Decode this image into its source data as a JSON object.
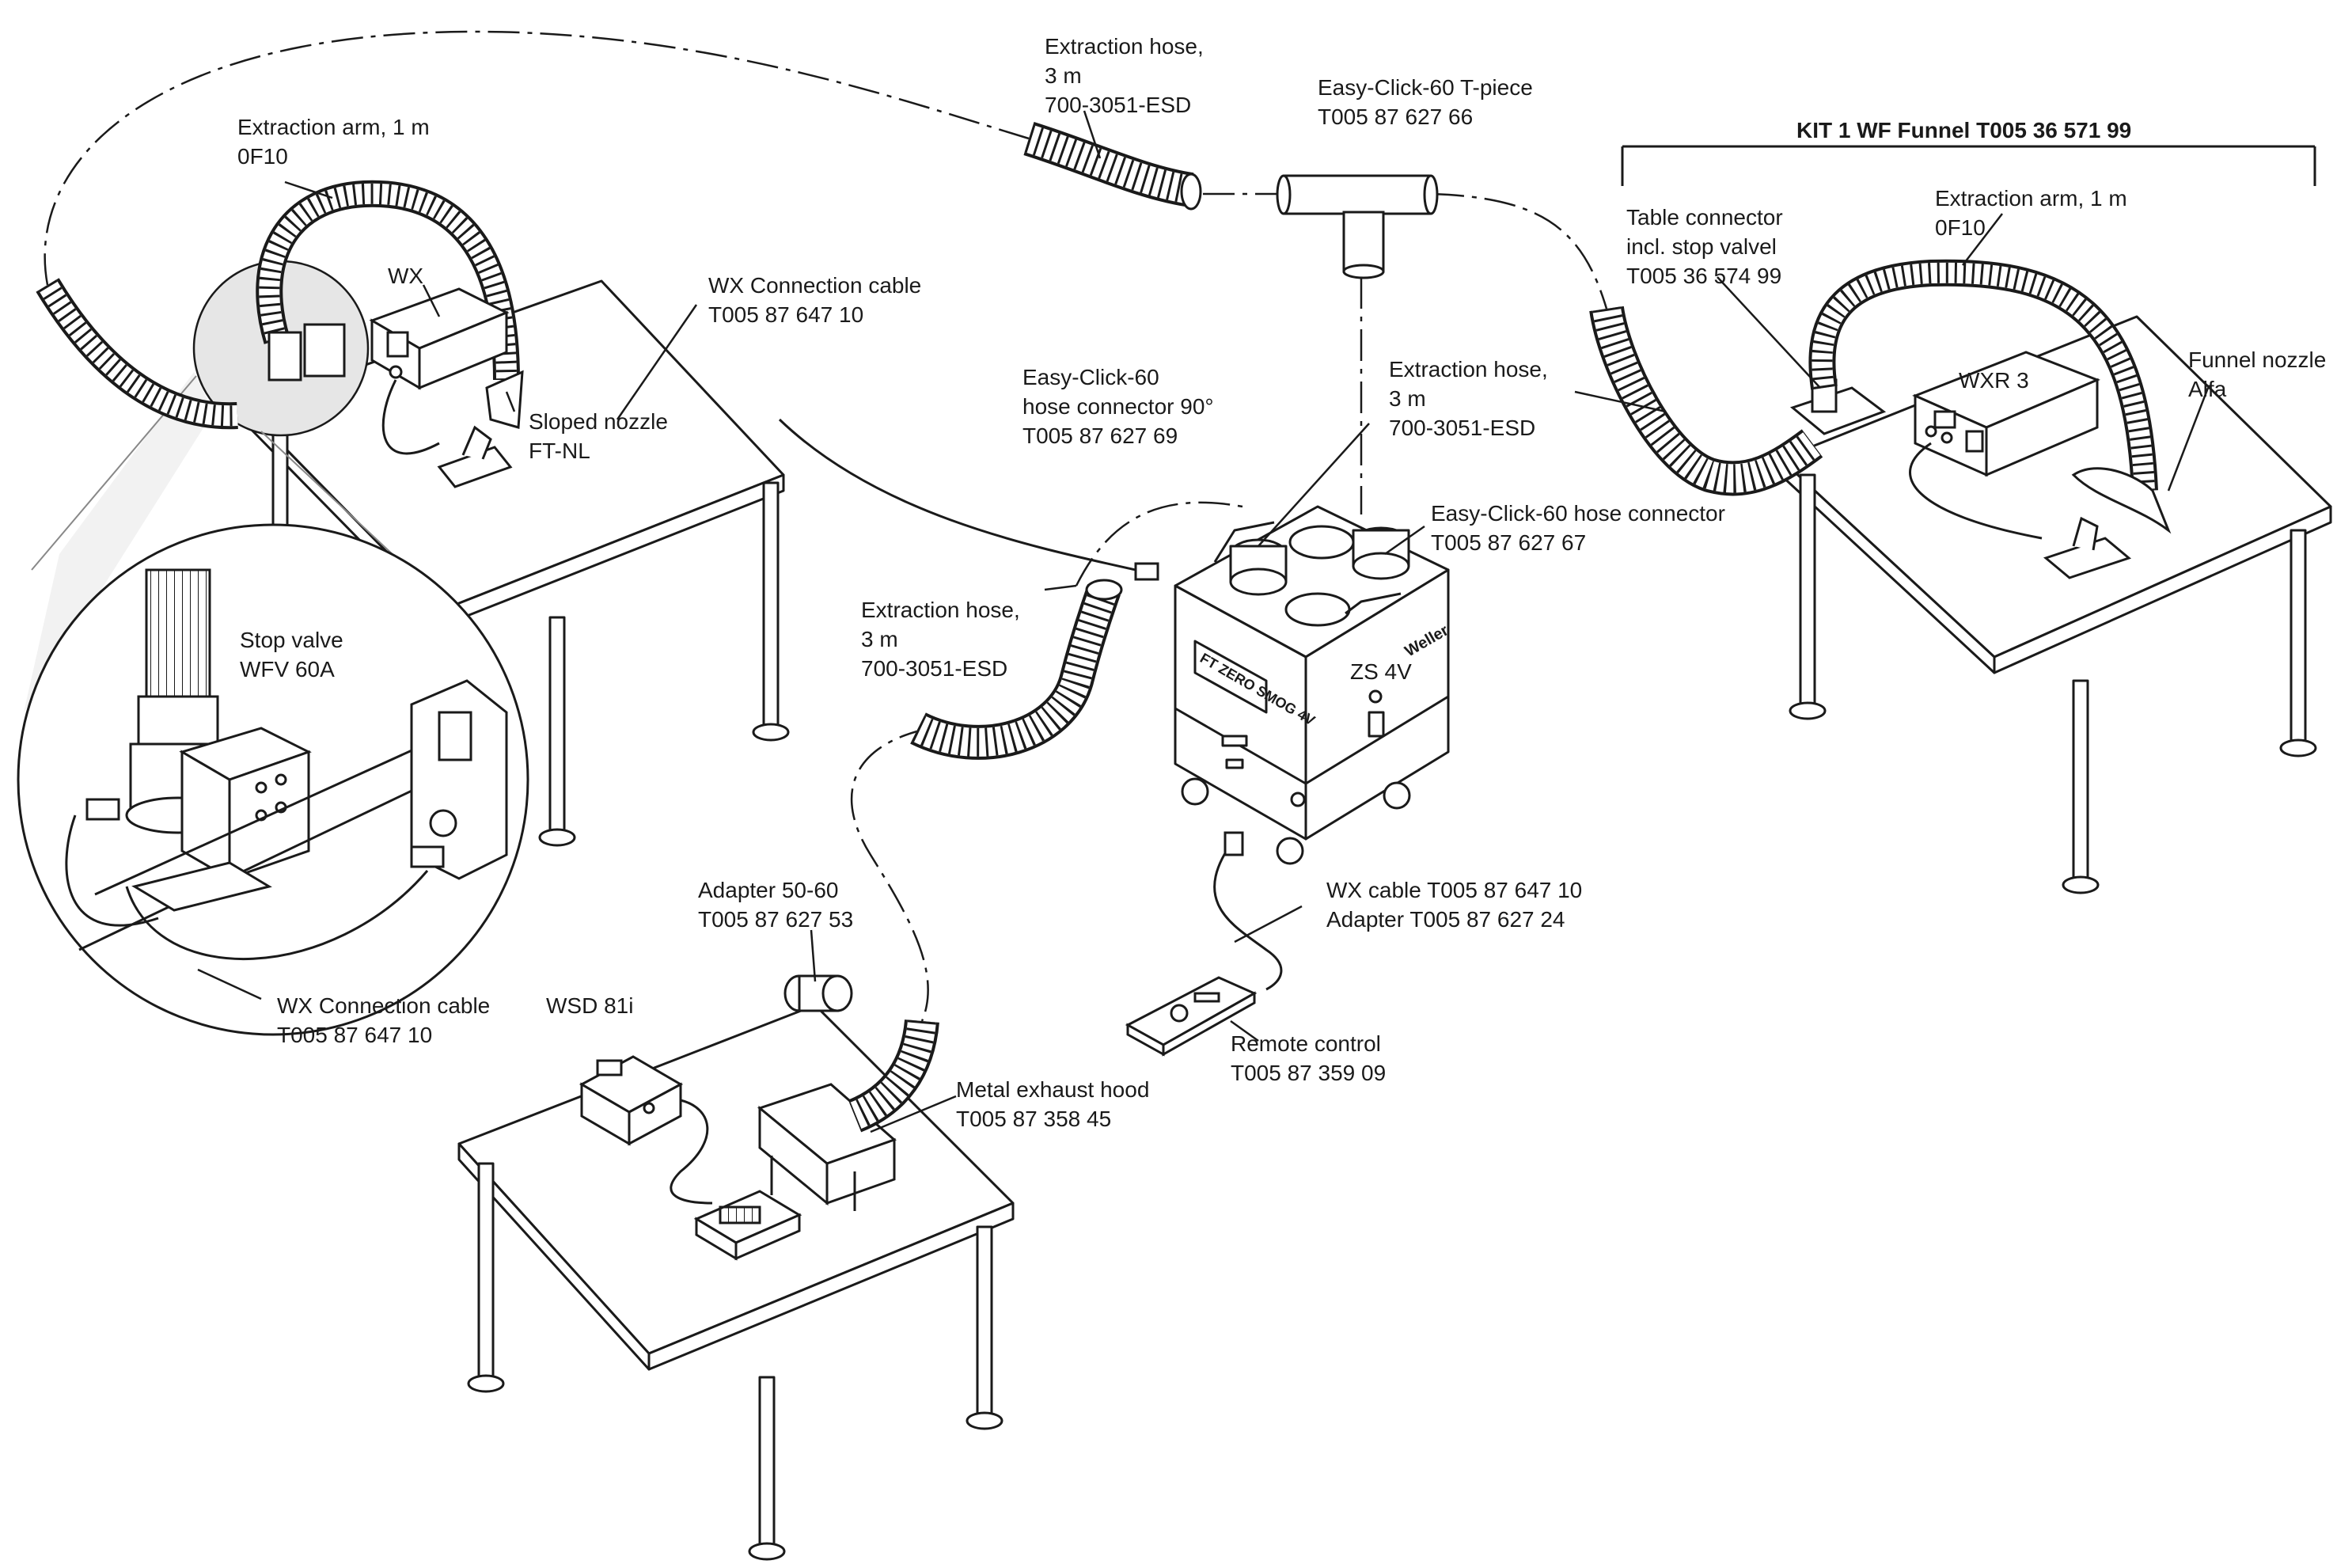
{
  "labels": {
    "extraction_hose_top": [
      "Extraction hose,",
      "3 m",
      "700-3051-ESD"
    ],
    "t_piece": [
      "Easy-Click-60 T-piece",
      "T005 87 627 66"
    ],
    "kit_title": "KIT 1 WF Funnel T005 36 571 99",
    "extraction_arm_left": [
      "Extraction arm, 1 m",
      "0F10"
    ],
    "wx_station": "WX",
    "wx_connection_cable_top": [
      "WX Connection cable",
      "T005 87 647 10"
    ],
    "table_connector": [
      "Table connector",
      "incl. stop valvel",
      "T005 36 574 99"
    ],
    "extraction_arm_right": [
      "Extraction arm, 1 m",
      "0F10"
    ],
    "wxr3_station": "WXR 3",
    "funnel_nozzle": [
      "Funnel nozzle",
      "Alfa"
    ],
    "sloped_nozzle": [
      "Sloped nozzle",
      "FT-NL"
    ],
    "hose_connector_90": [
      "Easy-Click-60",
      "hose connector 90°",
      "T005 87 627 69"
    ],
    "extraction_hose_mid": [
      "Extraction hose,",
      "3 m",
      "700-3051-ESD"
    ],
    "hose_connector": [
      "Easy-Click-60 hose connector",
      "T005 87 627 67"
    ],
    "stop_valve": [
      "Stop valve",
      "WFV 60A"
    ],
    "extraction_hose_left": [
      "Extraction hose,",
      "3 m",
      "700-3051-ESD"
    ],
    "zs4v": "ZS 4V",
    "adapter_50_60": [
      "Adapter 50-60",
      "T005 87 627 53"
    ],
    "wx_cable_adapter": [
      "WX cable T005 87 647 10",
      "Adapter T005 87 627 24"
    ],
    "wx_connection_cable_bottom": [
      "WX Connection cable",
      "T005 87 647 10"
    ],
    "wsd81i": "WSD 81i",
    "remote_control": [
      "Remote control",
      "T005 87 359 09"
    ],
    "metal_exhaust_hood": [
      "Metal exhaust hood",
      "T005 87 358 45"
    ],
    "unit_brand_front": "FT ZERO SMOG 4V",
    "unit_brand_side": "Weller"
  },
  "colors": {
    "line": "#1a1a1a",
    "magnifier_fill": "#e6e6e6",
    "background": "#ffffff"
  }
}
